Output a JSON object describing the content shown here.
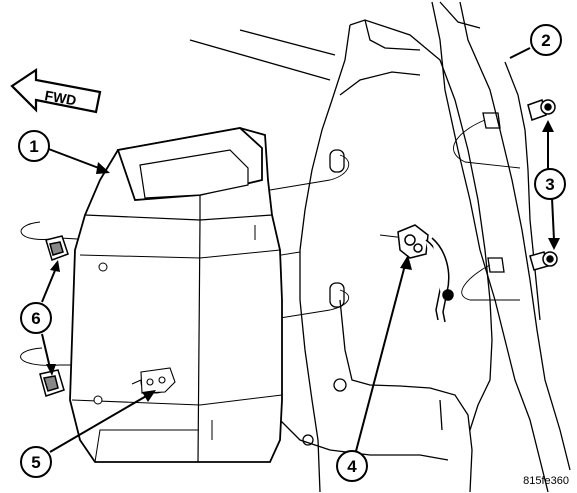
{
  "diagram": {
    "direction_label": "FWD",
    "callouts": [
      {
        "id": "1",
        "label": "1"
      },
      {
        "id": "2",
        "label": "2"
      },
      {
        "id": "3",
        "label": "3"
      },
      {
        "id": "4",
        "label": "4"
      },
      {
        "id": "5",
        "label": "5"
      },
      {
        "id": "6",
        "label": "6"
      }
    ],
    "figure_id": "815fe360"
  }
}
